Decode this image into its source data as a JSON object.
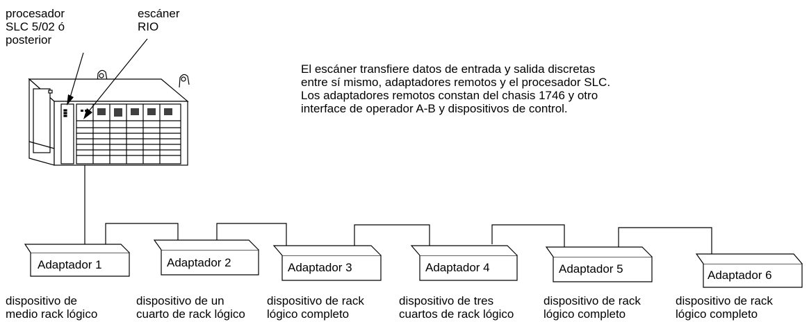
{
  "labels": {
    "processor": "procesador\nSLC 5/02 ó\nposterior",
    "scanner": "escáner\nRIO",
    "description": "El escáner transfiere datos de entrada y salida discretas\nentre sí mismo, adaptadores remotos y el procesador SLC.\nLos adaptadores remotos constan del chasis 1746 y otro\ninterface de operador A-B y dispositivos de control."
  },
  "adapters": [
    {
      "name": "Adaptador 1",
      "device": "dispositivo de\nmedio rack lógico"
    },
    {
      "name": "Adaptador 2",
      "device": "dispositivo de un\ncuarto de rack lógico"
    },
    {
      "name": "Adaptador 3",
      "device": "dispositivo de rack\nlógico completo"
    },
    {
      "name": "Adaptador 4",
      "device": "dispositivo de tres\ncuartos de rack lógico"
    },
    {
      "name": "Adaptador 5",
      "device": "dispositivo de rack\nlógico completo"
    },
    {
      "name": "Adaptador 6",
      "device": "dispositivo de rack\nlógico completo"
    }
  ]
}
